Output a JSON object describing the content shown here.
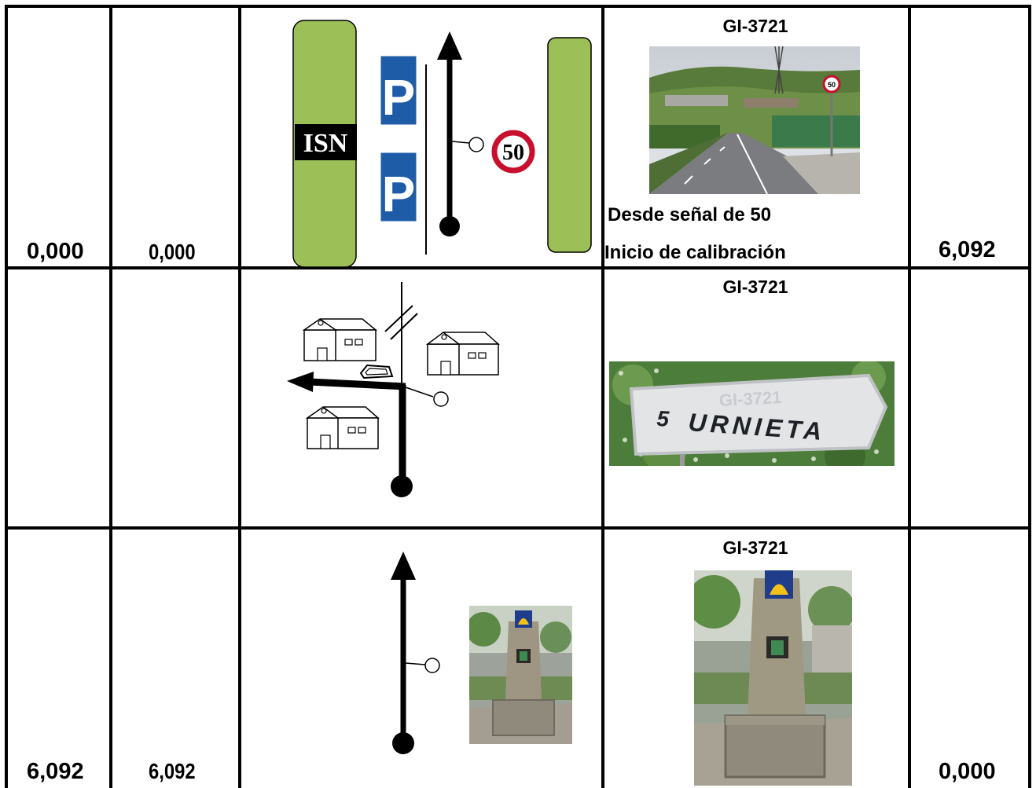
{
  "rows": [
    {
      "km_total": "0,000",
      "km_partial": "0,000",
      "road": "GI-3721",
      "note_line1": "Desde señal de 50",
      "note_line2": "Inicio de calibración",
      "km_to_next": "6,092",
      "diagram": {
        "building_label": "ISN",
        "parking_sign": "P",
        "speed_limit": "50"
      },
      "photo": {
        "speed_limit_sign": "50"
      }
    },
    {
      "road": "GI-3721",
      "photo": {
        "sign_number": "5",
        "sign_destination": "URNIETA",
        "sign_road_ghost": "GI-3721"
      }
    },
    {
      "km_total": "6,092",
      "km_partial": "6,092",
      "road": "GI-3721",
      "km_to_next": "0,000"
    }
  ],
  "colors": {
    "green_zone": "#9dbf58",
    "parking_blue": "#1f5ca8",
    "speed_red": "#c8102e",
    "grid": "#000000"
  }
}
